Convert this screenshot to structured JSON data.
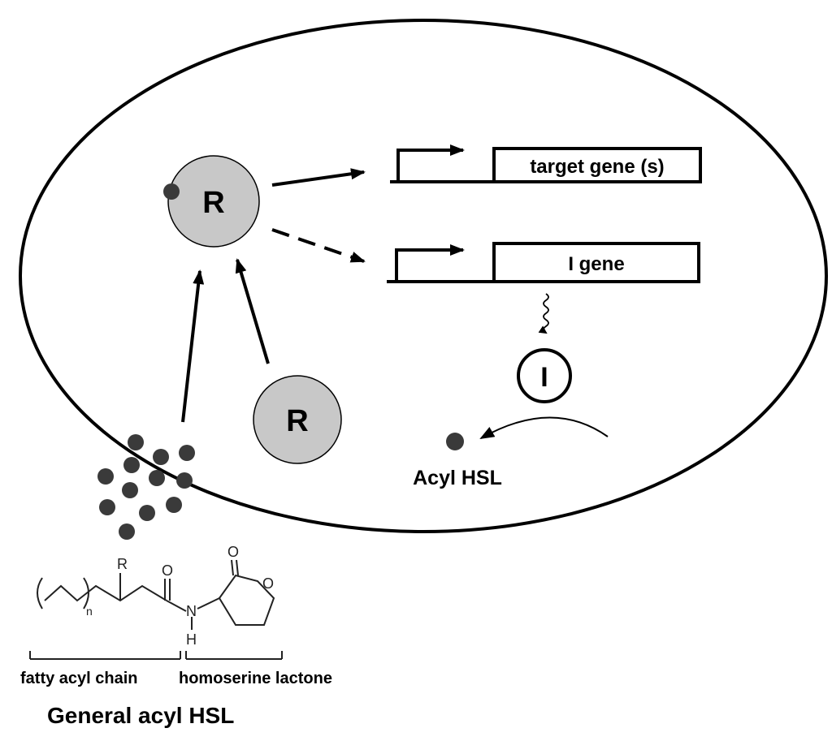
{
  "regulator": {
    "bound_label": "R",
    "free_label": "R"
  },
  "genes": {
    "target_label": "target gene (s)",
    "i_gene_label": "I gene"
  },
  "synthase": {
    "label": "I"
  },
  "signal": {
    "label": "Acyl HSL"
  },
  "structure": {
    "substituent": "R",
    "carbonyl_o": "O",
    "ring_o": "O",
    "carbonyl_o2": "O",
    "nitrogen": "N",
    "hydrogen": "H",
    "subscript": "n"
  },
  "captions": {
    "fatty_chain": "fatty acyl chain",
    "lactone": "homoserine lactone",
    "general": "General acyl HSL"
  },
  "colors": {
    "regulator_fill": "#c8c8c8",
    "molecule_fill": "#3a3a3a",
    "stroke": "#000000"
  }
}
